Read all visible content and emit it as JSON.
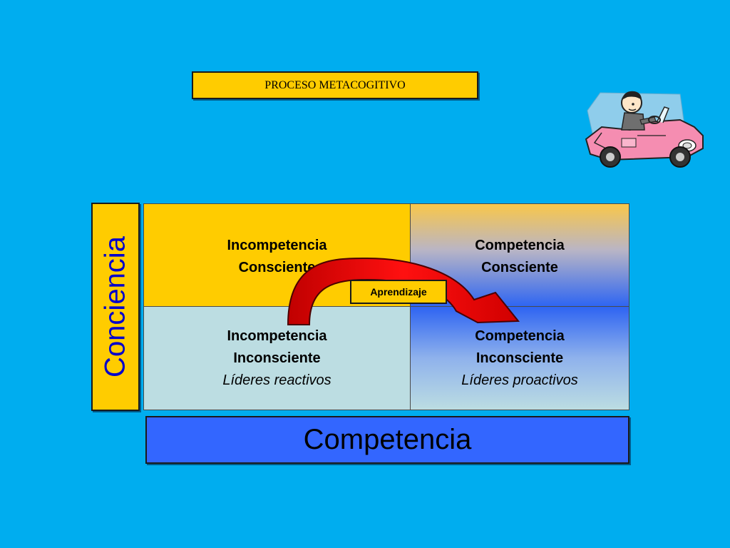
{
  "title": "PROCESO  METACOGITIVO",
  "y_axis_label": "Conciencia",
  "x_axis_label": "Competencia",
  "quadrants": {
    "top_left": {
      "line1": "Incompetencia",
      "line2": "Consciente"
    },
    "top_right": {
      "line1": "Competencia",
      "line2": "Consciente"
    },
    "bottom_left": {
      "line1": "Incompetencia",
      "line2": "Inconsciente",
      "note": "Líderes reactivos"
    },
    "bottom_right": {
      "line1": "Competencia",
      "line2": "Inconsciente",
      "note": "Líderes proactivos"
    }
  },
  "transition_label": "Aprendizaje",
  "colors": {
    "background": "#00ADEF",
    "yellow": "#FFCC00",
    "blue_box": "#3366FF",
    "axis_text_blue": "#0000CC",
    "light_cell": "#BCDDE2",
    "arrow_red": "#E00000"
  },
  "icons": {
    "clipart": "cartoon-man-driving-pink-car-icon",
    "transition_arrow": "curved-red-arrow-icon"
  }
}
